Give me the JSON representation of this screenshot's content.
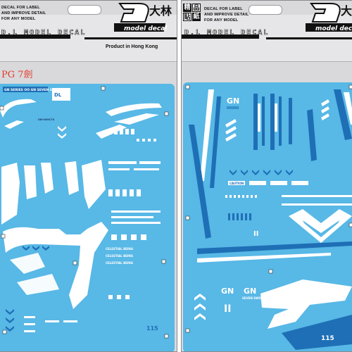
{
  "header": {
    "label_lines": [
      "DECAL FOR LABEL",
      "AND IMPROVE DETAIL",
      "FOR ANY MODEL"
    ],
    "brand": "D.L MODEL DECAL",
    "made_in": "Product in Hong Kong",
    "logo_text": "model decal",
    "logo_kanji": "大林",
    "kanji_marks": [
      "精",
      "品",
      "貼",
      "紙"
    ]
  },
  "left_sheet": {
    "model_label": "PG 7劍",
    "decal_texts": {
      "top_banner": "GN SERIES OO GN SEVEN SWORD",
      "left_small_1": "CELESTIAL BEING",
      "left_small_2": "CELESTIAL BEING",
      "left_small_3": "CELESTIAL BEING",
      "model_code": "115",
      "mid_code": "GN-0000/7S"
    }
  },
  "right_sheet": {
    "decal_texts": {
      "gn_top": "GN",
      "gn_top_sub": "00000",
      "caution": "CAUTION",
      "gn_bottom_left": "GN",
      "gn_bottom_right": "GN",
      "seven_sword": "SEVEN SWORD",
      "numeral": "II",
      "numeral_small": "II",
      "model_code": "115"
    }
  },
  "colors": {
    "decal_blue": "#58b8e6",
    "decal_dark": "#1e6fb5",
    "decal_white": "#ffffff",
    "label_red": "#e23a2a"
  }
}
